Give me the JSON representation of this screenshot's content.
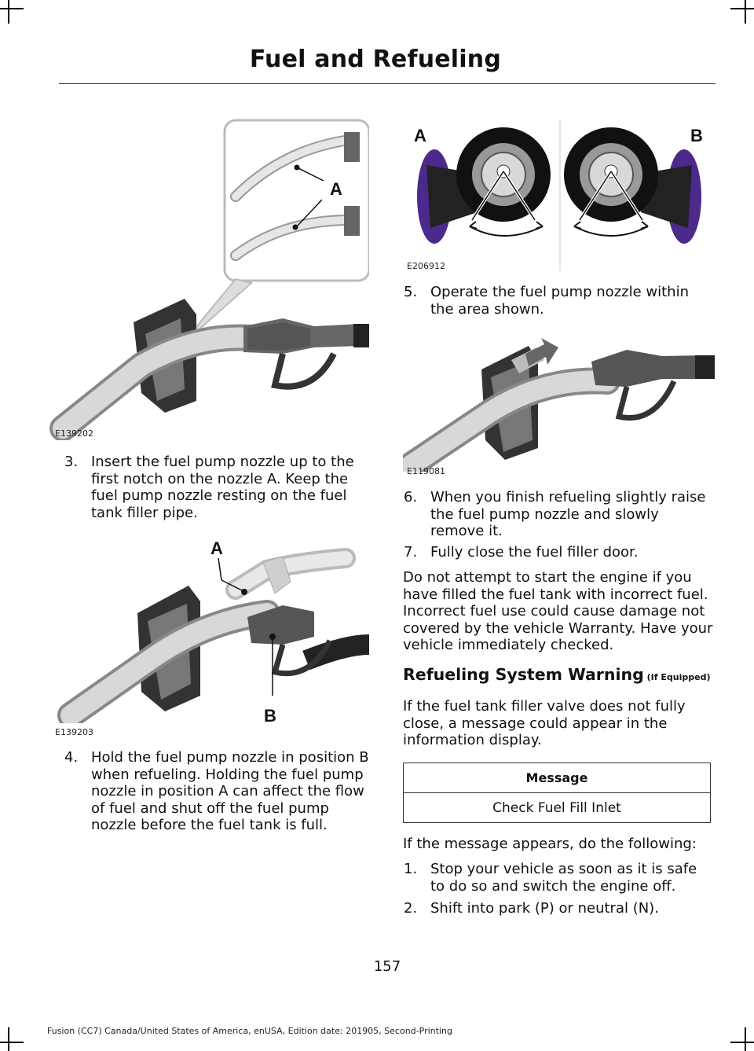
{
  "header": {
    "title": "Fuel and Refueling"
  },
  "figures": {
    "fig1": {
      "code": "E139202",
      "callout": "A"
    },
    "fig2": {
      "code": "E139203",
      "callout_a": "A",
      "callout_b": "B"
    },
    "fig3": {
      "code": "E206912",
      "label_a": "A",
      "label_b": "B"
    },
    "fig4": {
      "code": "E119081"
    }
  },
  "steps": [
    {
      "num": "3.",
      "text": "Insert the fuel pump nozzle up to the first notch on the nozzle A.  Keep the fuel pump nozzle resting on the fuel tank filler pipe."
    },
    {
      "num": "4.",
      "text": "Hold the fuel pump nozzle in position B when refueling.  Holding the fuel pump nozzle in position A can affect the flow of fuel and shut off the fuel pump nozzle before the fuel tank is full."
    },
    {
      "num": "5.",
      "text": "Operate the fuel pump nozzle within the area shown."
    },
    {
      "num": "6.",
      "text": "When you finish refueling slightly raise the fuel pump nozzle and slowly remove it."
    },
    {
      "num": "7.",
      "text": "Fully close the fuel filler door."
    }
  ],
  "warning_paragraph": "Do not attempt to start the engine if you have filled the fuel tank with incorrect fuel. Incorrect fuel use could cause damage not covered by the vehicle Warranty. Have your vehicle immediately checked.",
  "section": {
    "heading": "Refueling System Warning",
    "qualifier": " (If Equipped)",
    "intro": "If the fuel tank filler valve does not fully close, a message could appear in the information display.",
    "table": {
      "header": "Message",
      "rows": [
        "Check Fuel Fill Inlet"
      ]
    },
    "after": "If the message appears, do the following:",
    "steps": [
      {
        "num": "1.",
        "text": "Stop your vehicle as soon as it is safe to do so and switch the engine off."
      },
      {
        "num": "2.",
        "text": "Shift into park (P) or neutral (N)."
      }
    ]
  },
  "page_number": "157",
  "footer": "Fusion (CC7) Canada/United States of America, enUSA, Edition date: 201905, Second-Printing",
  "colors": {
    "nozzle_dark": "#555555",
    "nozzle_light": "#d8d8d8",
    "filler_blue": "#4b2a8c",
    "callout_frame": "#bbbbbb"
  }
}
